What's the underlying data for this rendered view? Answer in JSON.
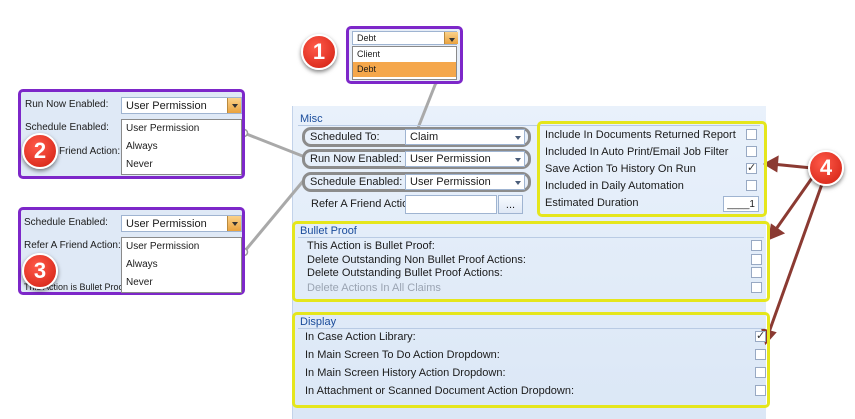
{
  "misc": {
    "title": "Misc",
    "scheduled_to_label": "Scheduled To:",
    "scheduled_to_value": "Claim",
    "run_now_label": "Run Now Enabled:",
    "run_now_value": "User Permission",
    "schedule_enabled_label": "Schedule Enabled:",
    "schedule_enabled_value": "User Permission",
    "refer_friend_label": "Refer A Friend Action:",
    "refer_friend_value": "",
    "browse_label": "...",
    "options": [
      {
        "label": "Include In Documents Returned Report",
        "checked": false
      },
      {
        "label": "Included In Auto Print/Email Job Filter",
        "checked": false
      },
      {
        "label": "Save Action To History On Run",
        "checked": true
      },
      {
        "label": "Included in Daily Automation",
        "checked": false
      }
    ],
    "estimated_duration_label": "Estimated Duration",
    "estimated_duration_value": "____1"
  },
  "bullet_proof": {
    "title": "Bullet Proof",
    "options": [
      {
        "label": "This Action is Bullet Proof:",
        "checked": false,
        "disabled": false
      },
      {
        "label": "Delete Outstanding Non Bullet Proof Actions:",
        "checked": false,
        "disabled": false
      },
      {
        "label": "Delete Outstanding Bullet Proof Actions:",
        "checked": false,
        "disabled": false
      },
      {
        "label": "Delete Actions In All Claims",
        "checked": false,
        "disabled": true
      }
    ]
  },
  "display": {
    "title": "Display",
    "options": [
      {
        "label": "In Case Action Library:",
        "checked": true
      },
      {
        "label": "In Main Screen To Do Action Dropdown:",
        "checked": false
      },
      {
        "label": "In Main Screen History Action Dropdown:",
        "checked": false
      },
      {
        "label": "In Attachment or Scanned Document Action Dropdown:",
        "checked": false
      }
    ]
  },
  "callout1": {
    "number": "1",
    "combo_value": "Debt",
    "items": [
      "Client",
      "Debt"
    ],
    "selected": "Debt"
  },
  "callout2": {
    "number": "2",
    "label_run_now": "Run Now Enabled:",
    "combo_value": "User Permission",
    "label_schedule": "Schedule Enabled:",
    "label_friend_partial": "Friend Action:",
    "items": [
      "User Permission",
      "Always",
      "Never"
    ]
  },
  "callout3": {
    "number": "3",
    "label_schedule": "Schedule Enabled:",
    "combo_value": "User Permission",
    "label_refer": "Refer A Friend Action:",
    "label_partial": "This Action is Bullet Proo",
    "items": [
      "User Permission",
      "Always",
      "Never"
    ]
  },
  "callout4": {
    "number": "4"
  },
  "colors": {
    "callout_red": "#d01e10",
    "highlight_yellow": "#e5e61c",
    "highlight_purple": "#7d27c9",
    "arrow_brown": "#8b3a32",
    "section_title_blue": "#1a4c9b"
  }
}
